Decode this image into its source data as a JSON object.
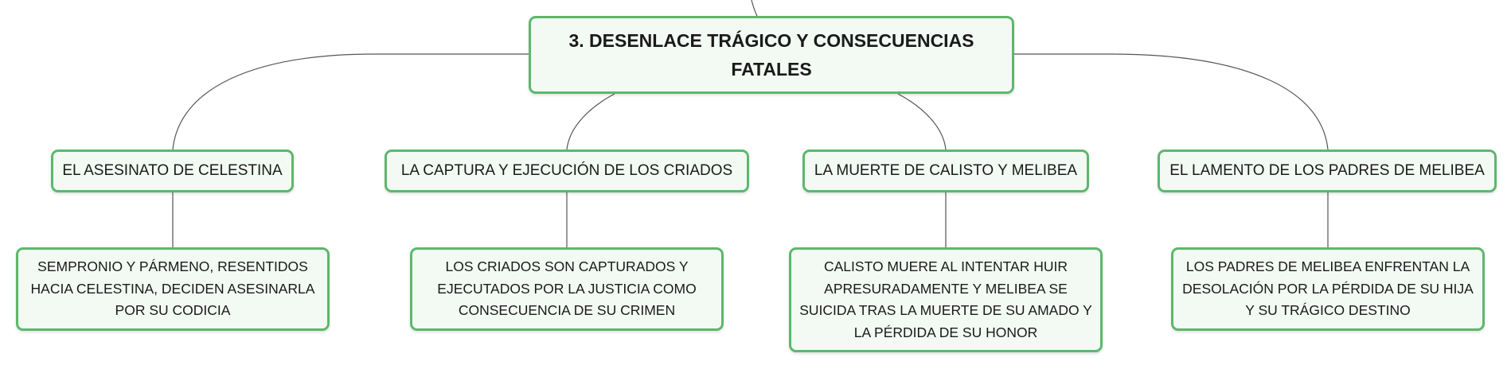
{
  "central": {
    "title": "3. DESENLACE TRÁGICO Y CONSECUENCIAS FATALES"
  },
  "branches": [
    {
      "title": "EL ASESINATO DE CELESTINA",
      "detail": "SEMPRONIO Y PÁRMENO, RESENTIDOS HACIA CELESTINA, DECIDEN ASESINARLA POR SU CODICIA"
    },
    {
      "title": "LA CAPTURA Y EJECUCIÓN DE LOS CRIADOS",
      "detail": "LOS CRIADOS SON CAPTURADOS Y EJECUTADOS POR LA JUSTICIA COMO CONSECUENCIA DE SU CRIMEN"
    },
    {
      "title": "LA MUERTE DE CALISTO Y MELIBEA",
      "detail": "CALISTO MUERE AL INTENTAR HUIR APRESURADAMENTE Y MELIBEA SE SUICIDA TRAS LA MUERTE DE SU AMADO Y LA PÉRDIDA DE SU HONOR"
    },
    {
      "title": "EL LAMENTO DE LOS PADRES DE MELIBEA",
      "detail": "LOS PADRES DE MELIBEA ENFRENTAN LA DESOLACIÓN POR LA PÉRDIDA DE SU HIJA Y SU TRÁGICO DESTINO"
    }
  ],
  "colors": {
    "border": "#5cb86c",
    "fill": "#f3faf4",
    "line": "#555555"
  }
}
